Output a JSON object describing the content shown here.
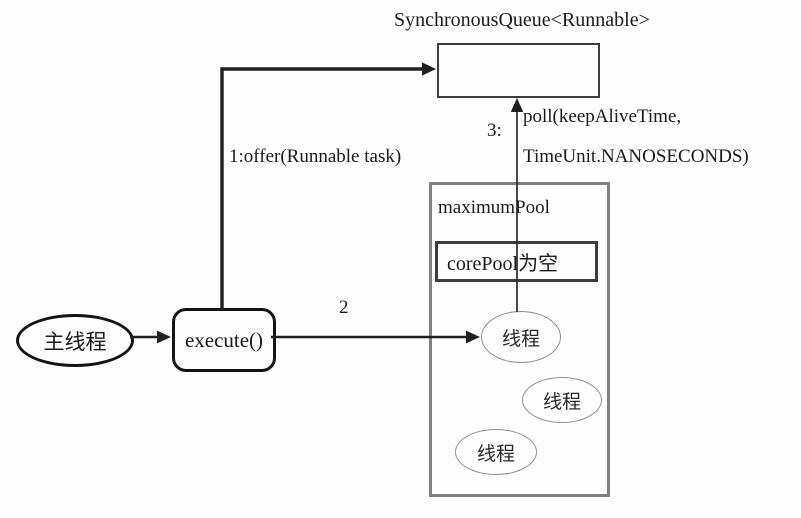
{
  "diagram": {
    "title": "SynchronousQueue<Runnable>",
    "labels": {
      "offer": "1:offer(Runnable task)",
      "step2": "2",
      "step3": "3:",
      "poll_line1": "poll(keepAliveTime,",
      "poll_line2": "TimeUnit.NANOSECONDS)"
    },
    "nodes": {
      "main_thread": "主线程",
      "execute": "execute()",
      "maximum_pool": "maximumPool",
      "core_pool": "corePool为空",
      "thread1": "线程",
      "thread2": "线程",
      "thread3": "线程"
    },
    "colors": {
      "line": "#1f1f1f",
      "pool_border": "#808080",
      "box_border": "#3d3d3d",
      "node_border": "#141414",
      "thread_border": "#8f8f8f",
      "text": "#1a1a1a",
      "background": "#fdfdfd"
    }
  }
}
